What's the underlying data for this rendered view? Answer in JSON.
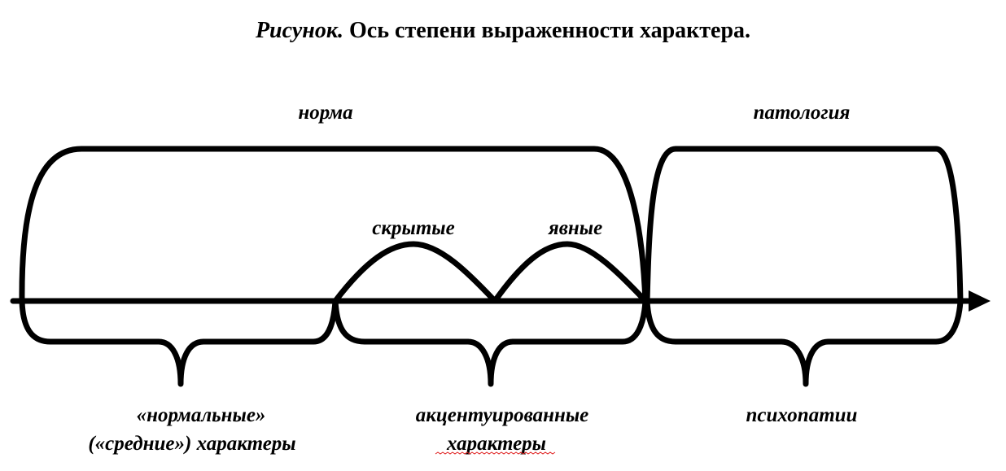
{
  "title": {
    "prefix": "Рисунок.",
    "text": " Ось степени выраженности характера."
  },
  "regions": {
    "norm": "норма",
    "pathology": "патология",
    "hidden": "скрытые",
    "explicit": "явные"
  },
  "groups": {
    "normal_line1": "«нормальные»",
    "normal_line2": "(«средние») характеры",
    "accent_line1": "акцентуированные",
    "accent_line2": "характеры",
    "psychopathy": "психопатии"
  },
  "colors": {
    "stroke": "#000000",
    "spellcheck": "#e02020"
  }
}
